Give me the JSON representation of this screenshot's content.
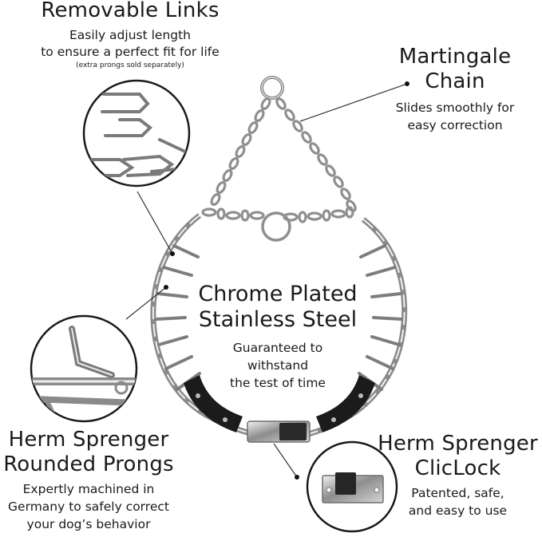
{
  "removable_links": {
    "title": "Removable Links",
    "line1": "Easily adjust length",
    "line2": "to ensure a perfect fit for life",
    "note": "(extra prongs sold separately)"
  },
  "martingale": {
    "title_line1": "Martingale",
    "title_line2": "Chain",
    "line1": "Slides smoothly for",
    "line2": "easy correction"
  },
  "center": {
    "title_line1": "Chrome Plated",
    "title_line2": "Stainless Steel",
    "line1": "Guaranteed to",
    "line2": "withstand",
    "line3": "the test of time"
  },
  "prongs": {
    "title_line1": "Herm Sprenger",
    "title_line2": "Rounded Prongs",
    "line1": "Expertly machined in",
    "line2": "Germany to safely correct",
    "line3": "your dog’s behavior"
  },
  "cliclock": {
    "title_line1": "Herm Sprenger",
    "title_line2": "ClicLock",
    "line1": "Patented, safe,",
    "line2": "and easy to use"
  },
  "colors": {
    "background": "#ffffff",
    "text": "#1a1a1a",
    "chrome": "#9a9a9a",
    "leather": "#1b1b1b"
  }
}
